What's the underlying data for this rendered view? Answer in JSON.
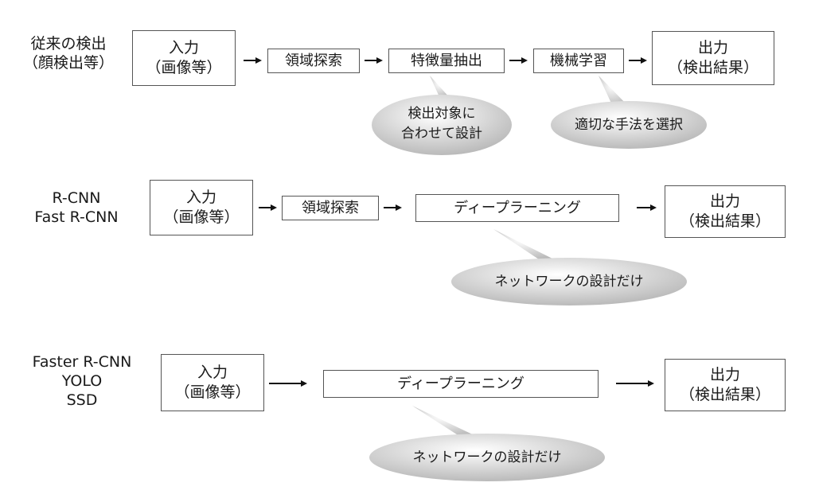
{
  "rows": [
    {
      "label": [
        "従来の検出",
        "（顔検出等）"
      ],
      "input": [
        "入力",
        "（画像等）"
      ],
      "steps": [
        "領域探索",
        "特徴量抽出",
        "機械学習"
      ],
      "output": [
        "出力",
        "（検出結果）"
      ],
      "notes": [
        {
          "lines": [
            "検出対象に",
            "合わせて設計"
          ]
        },
        {
          "lines": [
            "適切な手法を選択"
          ]
        }
      ]
    },
    {
      "label": [
        "R-CNN",
        "Fast R-CNN"
      ],
      "input": [
        "入力",
        "（画像等）"
      ],
      "steps": [
        "領域探索",
        "ディープラーニング"
      ],
      "output": [
        "出力",
        "（検出結果）"
      ],
      "notes": [
        {
          "lines": [
            "ネットワークの設計だけ"
          ]
        }
      ]
    },
    {
      "label": [
        "Faster R-CNN",
        "YOLO",
        "SSD"
      ],
      "input": [
        "入力",
        "（画像等）"
      ],
      "steps": [
        "ディープラーニング"
      ],
      "output": [
        "出力",
        "（検出結果）"
      ],
      "notes": [
        {
          "lines": [
            "ネットワークの設計だけ"
          ]
        }
      ]
    }
  ],
  "colors": {
    "box_border": "#555555",
    "bubble_light": "#ffffff",
    "bubble_dark": "#b5b5b5",
    "arrow": "#111111"
  }
}
